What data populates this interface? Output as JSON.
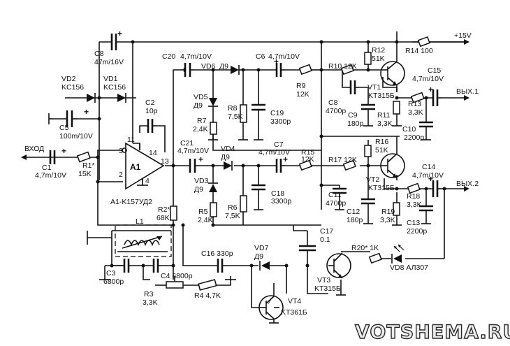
{
  "labels": {
    "c8": "C8",
    "c8_val": "47m/16V",
    "vd2": "VD2",
    "vd2_type": "KC156",
    "vd1": "VD1",
    "vd1_type": "KC156",
    "c5": "C5",
    "c5_val": "100m/10V",
    "c2": "C2",
    "c2_val": "10p",
    "c20": "C20",
    "c20_val": "4,7m/10V",
    "vd6": "VD6",
    "vd6_type": "Д9",
    "c6": "C6",
    "c6_val": "4,7m/10V",
    "r9": "R9",
    "r9_val": "12K",
    "r10": "R10 12K",
    "r12": "R12",
    "r12_val": "51K",
    "r14": "R14 100",
    "supply": "+15V",
    "vd5": "VD5",
    "vd5_type": "Д9",
    "r7": "R7",
    "r7_val": "2,4K",
    "r8": "R8",
    "r8_val": "7,5K",
    "c19": "C19",
    "c19_val": "3300p",
    "c8b": "C8",
    "c8b_val": "4700p",
    "vt1": "VT1",
    "vt1_type": "KT315Б",
    "c9": "C9",
    "c9_val": "180p",
    "r11": "R11",
    "r11_val": "3,3K",
    "r13": "R13",
    "r13_val": "3,3K",
    "c15": "C15",
    "c15_val": "4,7m/10V",
    "out1": "ВЫХ.1",
    "c10": "C10",
    "c10_val": "2200p",
    "input": "ВХОД",
    "c1": "C1",
    "c1_val": "4,7m/10V",
    "r1": "R1*",
    "r1_val": "15K",
    "a1": "A1",
    "a1_type": "A1-K157УД2",
    "pin3": "3",
    "pin2": "2",
    "pin11": "11",
    "pin14": "14",
    "pin13": "13",
    "pin4": "4",
    "c21": "C21",
    "c21_val": "4,7m/10V",
    "vd4": "VD4",
    "vd4_type": "Д9",
    "c7": "C7",
    "c7_val": "4,7m/10V",
    "r15": "R15",
    "r15_val": "12K",
    "r16": "R16",
    "r16_val": "51K",
    "r17": "R17 12K",
    "c14": "C14",
    "c14_val": "4,7m/10V",
    "out2": "ВЫХ.2",
    "vd3": "VD3",
    "vd3_type": "Д9",
    "r5": "R5",
    "r5_val": "2,4K",
    "r6": "R6",
    "r6_val": "7,5K",
    "c18": "C18",
    "c18_val": "3300p",
    "c11": "C11",
    "c11_val": "4700p",
    "vt2": "VT2",
    "vt2_type": "KT315Б",
    "r18": "R18",
    "r18_val": "3,3K",
    "c12": "C12",
    "c12_val": "180p",
    "r19": "R19",
    "r19_val": "3,3K",
    "c13": "C13",
    "c13_val": "2200p",
    "r2": "R2*",
    "r2_val": "68K",
    "l1": "L1",
    "c17": "C17",
    "c17_val": "0.1",
    "r20": "R20* 1K",
    "c16": "C16 330p",
    "vd7": "VD7",
    "vd7_type": "Д9",
    "vt3": "VT3",
    "vt3_type": "KT315Б",
    "vd8": "VD8 АЛ307",
    "c3": "C3",
    "c3_val": "6800p",
    "c4": "C4 6800p",
    "r3": "R3",
    "r3_val": "3,3K",
    "r4": "R4 4,7K",
    "vt4": "VT4",
    "vt4_type": "KT361Б",
    "plus": "+"
  },
  "watermark": "VOTSHEMA.RU"
}
